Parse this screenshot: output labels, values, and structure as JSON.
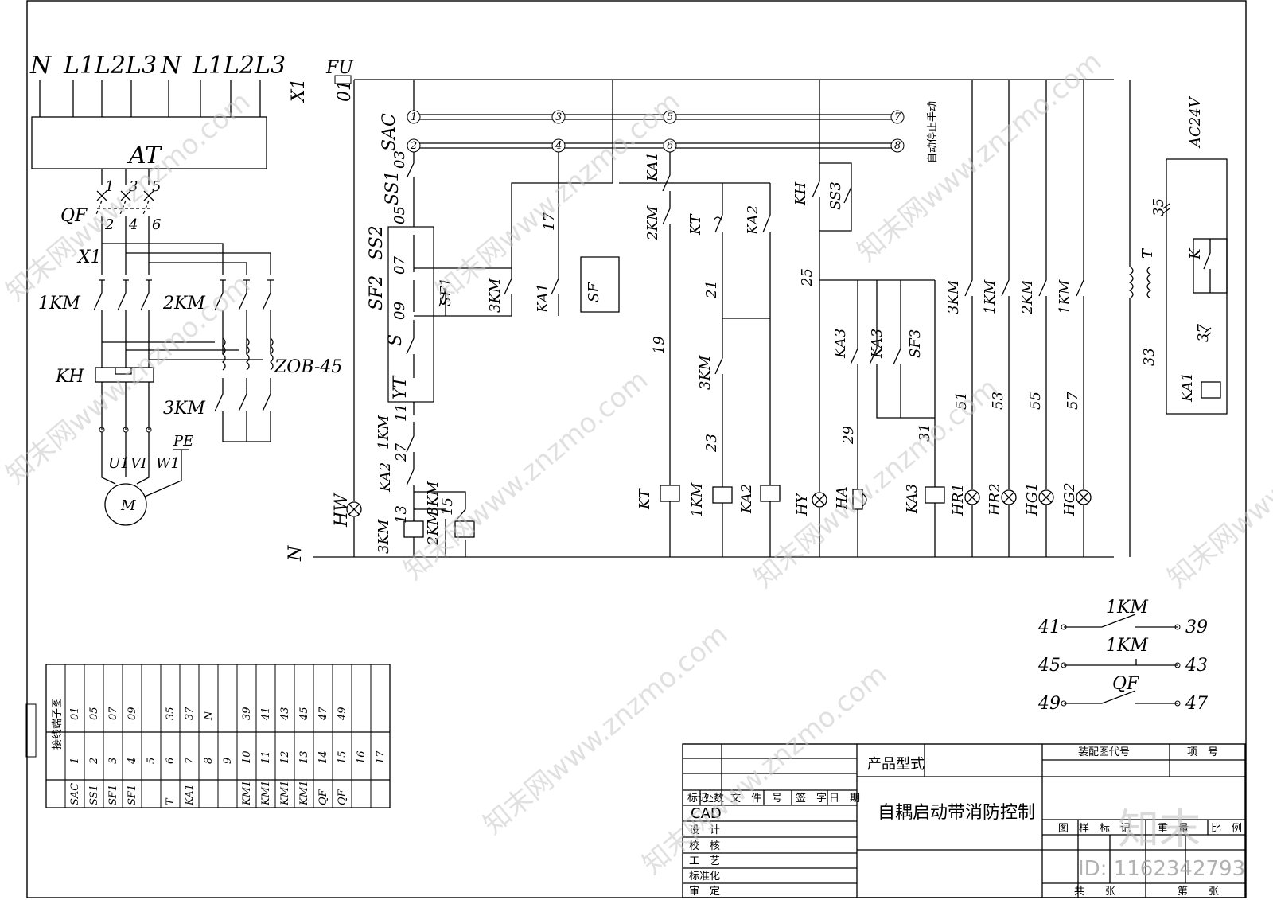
{
  "bus_labels": [
    "N",
    "L1L2L3",
    "N",
    "L1L2L3"
  ],
  "power": {
    "at": "AT",
    "qf": "QF",
    "x1": "X1",
    "qf_top": [
      "1",
      "3",
      "5"
    ],
    "qf_bot": [
      "2",
      "4",
      "6"
    ],
    "km1": "1KM",
    "km2": "2KM",
    "km3": "3KM",
    "kh": "KH",
    "transformer": "ZOB-45",
    "pe": "PE",
    "motor": "M",
    "terms": [
      "U1",
      "VI",
      "W1"
    ]
  },
  "control": {
    "x1": "X1",
    "fu": "FU",
    "n01": "01",
    "sac": "SAC",
    "sac_nums": [
      "1",
      "2",
      "3",
      "4",
      "5",
      "6",
      "7",
      "8"
    ],
    "mode_text": "自动停止手动",
    "n03": "03",
    "ss1": "SS1",
    "n05": "05",
    "ss2": "SS2",
    "n07": "07",
    "sf2": "SF2",
    "n09": "09",
    "s": "S",
    "yt": "YT",
    "n11": "11",
    "km1_27": "1KM",
    "n27": "27",
    "ka2_13": "KA2",
    "n13": "13",
    "km3b": "3KM",
    "km3coil": "3KM",
    "km2coil": "2KM",
    "n15": "15",
    "n_line": "N",
    "hw": "HW",
    "sf1": "SF1",
    "km3_contact": "3KM",
    "ka1_contact": "KA1",
    "n17": "17",
    "sf": "SF",
    "ka1_top": "KA1",
    "km2_contact": "2KM",
    "n19": "19",
    "kt_coil": "KT",
    "kt_contact": "KT",
    "n21": "21",
    "km3_nc": "3KM",
    "n23": "23",
    "km1_coil": "1KM",
    "ka2_contact": "KA2",
    "ka2_coil": "KA2",
    "kh_contact": "KH",
    "ss3": "SS3",
    "n25": "25",
    "hy": "HY",
    "ka3_a": "KA3",
    "n29": "29",
    "ha": "HA",
    "ka3_b": "KA3",
    "sf3": "SF3",
    "n31": "31",
    "ka3_coil": "KA3",
    "km3_lamp": "3KM",
    "n51": "51",
    "hr1": "HR1",
    "km1_lamp": "1KM",
    "n53": "53",
    "hr2": "HR2",
    "km2_lamp": "2KM",
    "n55": "55",
    "hg1": "HG1",
    "km1_lamp2": "1KM",
    "n57": "57",
    "hg2": "HG2",
    "t": "T",
    "n33": "33",
    "ac24v": "AC24V",
    "n35": "35",
    "k": "K",
    "n37": "37",
    "ka1_coil": "KA1"
  },
  "aux": [
    {
      "left": "41",
      "label": "1KM",
      "right": "39"
    },
    {
      "left": "45",
      "label": "1KM",
      "right": "43"
    },
    {
      "left": "49",
      "label": "QF",
      "right": "47"
    }
  ],
  "terminal_block": {
    "title": "接线端子图",
    "nums": [
      "01",
      "05",
      "07",
      "09",
      "",
      "35",
      "37",
      "N",
      "",
      "39",
      "41",
      "43",
      "45",
      "47",
      "49",
      "",
      ""
    ],
    "idx": [
      "1",
      "2",
      "3",
      "4",
      "5",
      "6",
      "7",
      "8",
      "9",
      "10",
      "11",
      "12",
      "13",
      "14",
      "15",
      "16",
      "17"
    ],
    "dev": [
      "SAC",
      "SS1",
      "SF1",
      "SF1",
      "",
      "T",
      "KA1",
      "",
      "",
      "KM1",
      "KM1",
      "KM1",
      "KM1",
      "QF",
      "QF",
      "",
      ""
    ]
  },
  "title_block": {
    "product_type": "产品型式",
    "title": "自耦启动带消防控制",
    "assembly": "装配图代号",
    "item": "项　号",
    "rev_header": [
      "标记",
      "处数",
      "文　件　号",
      "签　字",
      "日　期"
    ],
    "cad": "CAD",
    "rows": [
      "设　计",
      "校　核",
      "工　艺",
      "标准化",
      "审　定"
    ],
    "scale_row": [
      "图　样　标　记",
      "重　量",
      "比　例"
    ],
    "sheet_row": [
      "共　　张",
      "第　　张"
    ]
  },
  "watermark": {
    "text": "知末网www.znzmo.com",
    "logo": "知末",
    "id": "ID: 1162342793"
  }
}
